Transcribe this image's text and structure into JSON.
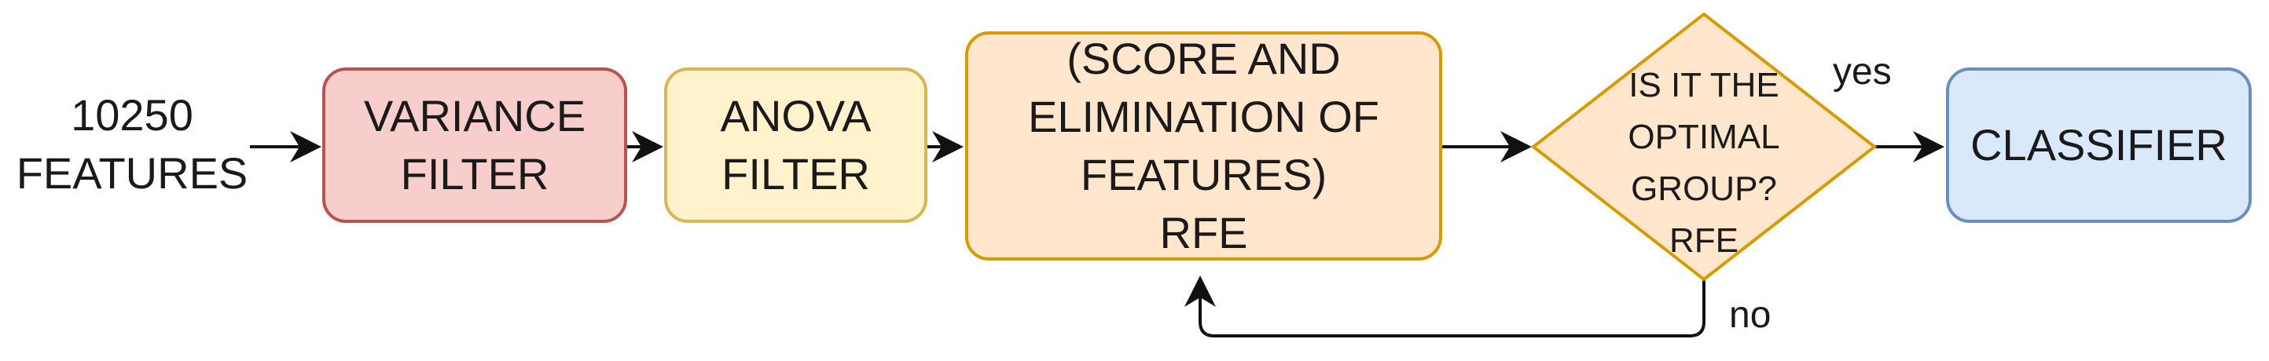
{
  "colors": {
    "variance_fill": "#f8cecc",
    "variance_stroke": "#b85450",
    "anova_fill": "#fff2cc",
    "anova_stroke": "#d6b656",
    "rfe_fill": "#ffe6cc",
    "rfe_stroke": "#d79b00",
    "decision_fill": "#ffe6cc",
    "decision_stroke": "#d79b00",
    "classifier_fill": "#dae8fc",
    "classifier_stroke": "#6c8ebf",
    "arrow": "#111111"
  },
  "nodes": {
    "input": {
      "text": "10250\nFEATURES"
    },
    "variance_filter": {
      "text": "VARIANCE\nFILTER"
    },
    "anova_filter": {
      "text": "ANOVA\nFILTER"
    },
    "rfe_step": {
      "text": "(SCORE AND\nELIMINATION OF\nFEATURES)\nRFE"
    },
    "decision": {
      "text": "IS IT THE\nOPTIMAL\nGROUP?\nRFE"
    },
    "classifier": {
      "text": "CLASSIFIER"
    }
  },
  "edges": {
    "yes_label": "yes",
    "no_label": "no"
  }
}
